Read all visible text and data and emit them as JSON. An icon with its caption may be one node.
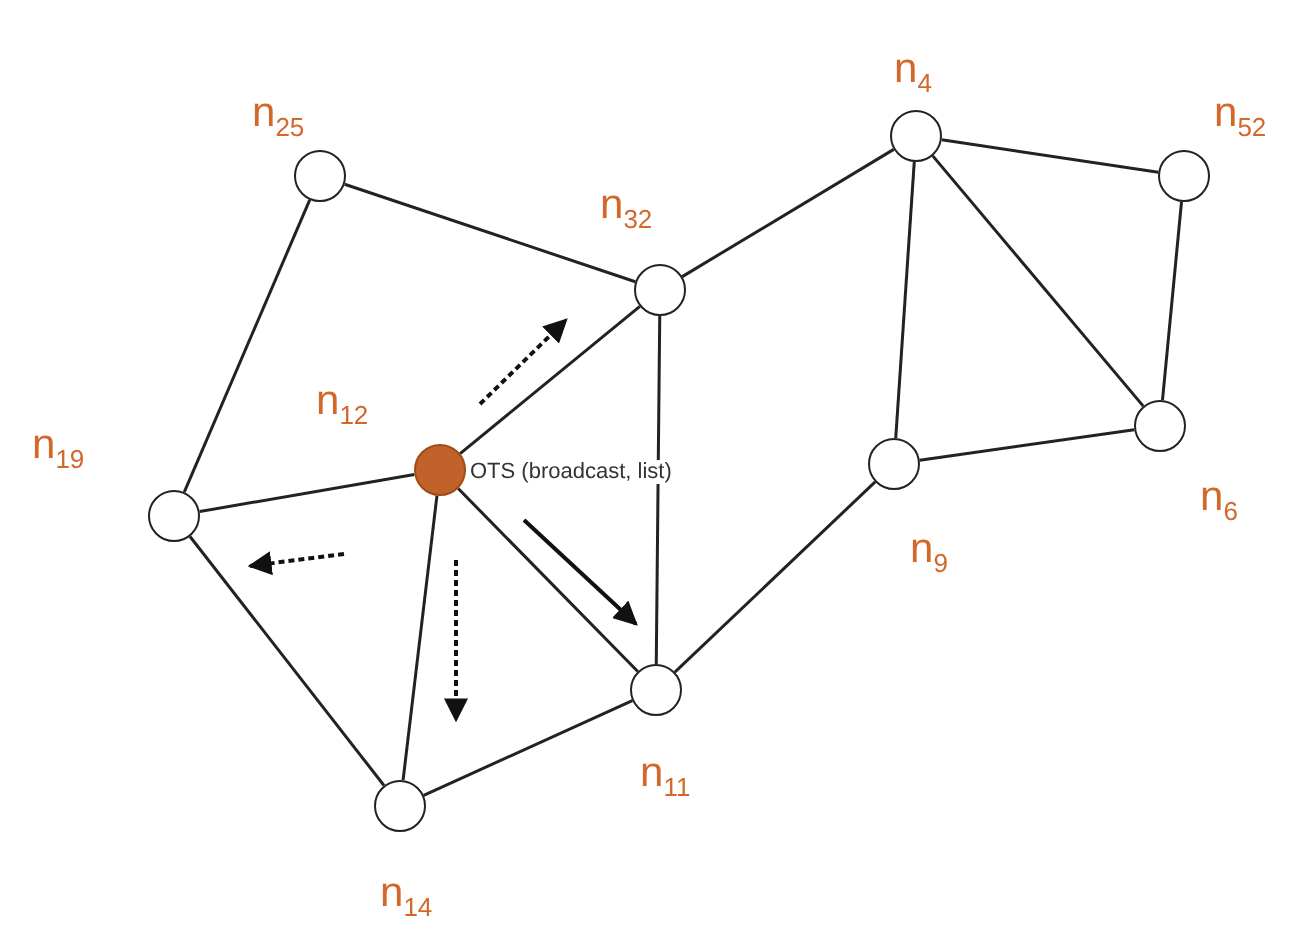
{
  "diagram": {
    "nodes": [
      {
        "text": [],
        "shape": "circle",
        "beside": [
          "n$_{4}$"
        ]
      },
      {
        "text": [],
        "shape": "circle",
        "beside": [
          "n$_{25}$"
        ]
      },
      {
        "text": [],
        "shape": "circle",
        "beside": [
          "n$_{52}$"
        ]
      },
      {
        "text": [],
        "shape": "circle",
        "beside": [
          "n$_{32}$"
        ]
      },
      {
        "text": [],
        "shape": "circle",
        "beside": [
          "n$_{12}$",
          "OTS (broadcast, list)"
        ]
      },
      {
        "text": [],
        "shape": "circle",
        "beside": [
          "n$_{6}$"
        ]
      },
      {
        "text": [],
        "shape": "circle",
        "beside": [
          "n$_{9}$"
        ]
      },
      {
        "text": [],
        "shape": "circle",
        "beside": [
          "n$_{19}$"
        ]
      },
      {
        "text": [],
        "shape": "circle",
        "beside": [
          "n$_{11}$"
        ]
      },
      {
        "text": [],
        "shape": "circle",
        "beside": [
          "n$_{14}$"
        ]
      }
    ],
    "edges": [
      {
        "from": 1,
        "to": 3,
        "arrow": "none"
      },
      {
        "from": 1,
        "to": 7,
        "arrow": "none"
      },
      {
        "from": 3,
        "to": 0,
        "arrow": "none"
      },
      {
        "from": 3,
        "to": 8,
        "arrow": "none"
      },
      {
        "from": 4,
        "to": 3,
        "arrow": "none"
      },
      {
        "from": 0,
        "to": 2,
        "arrow": "none"
      },
      {
        "from": 0,
        "to": 5,
        "arrow": "none"
      },
      {
        "from": 0,
        "to": 6,
        "arrow": "none"
      },
      {
        "from": 2,
        "to": 5,
        "arrow": "none"
      },
      {
        "from": 6,
        "to": 5,
        "arrow": "none"
      },
      {
        "from": 6,
        "to": 8,
        "arrow": "none"
      },
      {
        "from": 4,
        "to": 7,
        "arrow": "none"
      },
      {
        "from": 4,
        "to": 9,
        "arrow": "none"
      },
      {
        "from": 4,
        "to": 8,
        "arrow": "none"
      },
      {
        "from": 7,
        "to": 9,
        "arrow": "none"
      },
      {
        "from": 9,
        "to": 8,
        "arrow": "none"
      }
    ]
  }
}
